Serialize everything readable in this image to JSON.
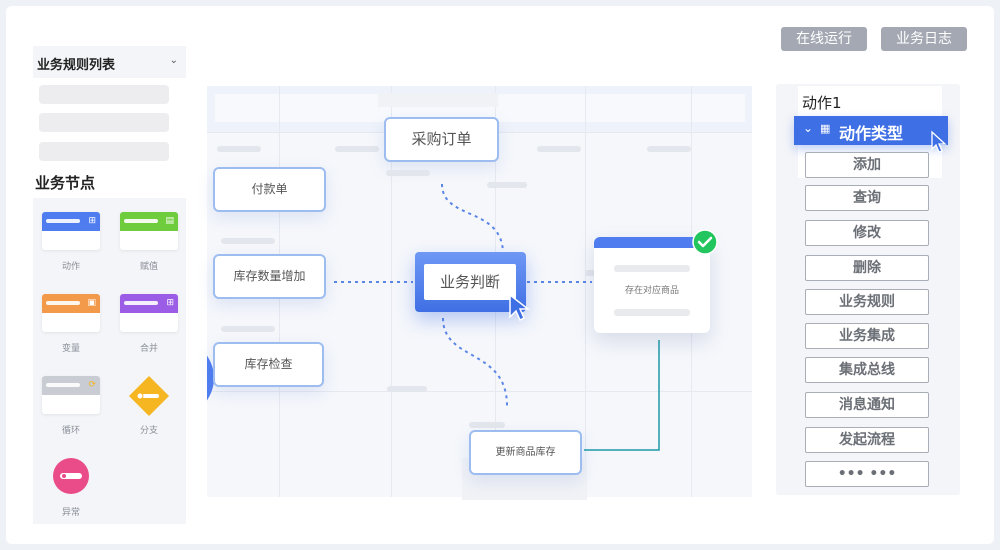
{
  "top_buttons": {
    "run_online": "在线运行",
    "business_log": "业务日志"
  },
  "sidebar": {
    "rules_list_title": "业务规则列表",
    "nodes_title": "业务节点",
    "palette": [
      {
        "label": "动作",
        "color": "#4f7df0"
      },
      {
        "label": "赋值",
        "color": "#6fcc3c"
      },
      {
        "label": "变量",
        "color": "#f2994a"
      },
      {
        "label": "合并",
        "color": "#9b5de5"
      },
      {
        "label": "循环",
        "color": "#c9ccd3"
      },
      {
        "label": "分支",
        "color": "#f5b621"
      },
      {
        "label": "异常",
        "color": "#ea4c89"
      }
    ]
  },
  "canvas": {
    "nodes": {
      "purchase_order": "采购订单",
      "payment_slip": "付款单",
      "inventory_increase": "库存数量增加",
      "business_judgment": "业务判断",
      "inventory_check": "库存检查",
      "product_exists": "存在对应商品",
      "update_inventory": "更新商品库存"
    }
  },
  "right_panel": {
    "action_title": "动作1",
    "action_type": "动作类型",
    "items": [
      "添加",
      "查询",
      "修改",
      "删除",
      "业务规则",
      "业务集成",
      "集成总线",
      "消息通知",
      "发起流程",
      "••• •••"
    ]
  },
  "colors": {
    "accent": "#4f7df0",
    "success": "#22c55e",
    "node_border": "#9dbdf0"
  }
}
